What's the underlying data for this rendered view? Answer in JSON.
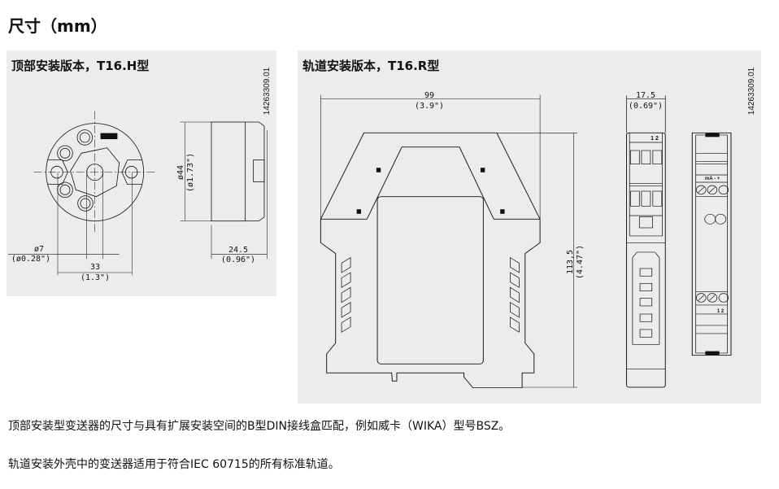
{
  "page_title": "尺寸（mm）",
  "panels": {
    "top_mount": {
      "heading": "顶部安装版本，T16.H型",
      "drawing_id": "14263309.01",
      "dims": {
        "d7": "ø7",
        "d7_in": "(ø0.28\")",
        "w33": "33",
        "w33_in": "(1.3\")",
        "d44": "ø44",
        "d44_in": "(ø1.73\")",
        "h24": "24.5",
        "h24_in": "(0.96\")"
      }
    },
    "rail_mount": {
      "heading": "轨道安装版本，T16.R型",
      "drawing_id": "14263309.01",
      "dims": {
        "w99": "99",
        "w99_in": "(3.9\")",
        "w17": "17.5",
        "w17_in": "(0.69\")",
        "h113": "113,5",
        "h113_in": "(4.47\")"
      },
      "terminal_labels": {
        "side": "1  2",
        "front_top": "mA -  +",
        "front_bottom": "1  2"
      }
    }
  },
  "paragraphs": [
    "顶部安装型变送器的尺寸与具有扩展安装空间的B型DIN接线盒匹配，例如威卡（WIKA）型号BSZ。",
    "轨道安装外壳中的变送器适用于符合IEC 60715的所有标准轨道。"
  ]
}
